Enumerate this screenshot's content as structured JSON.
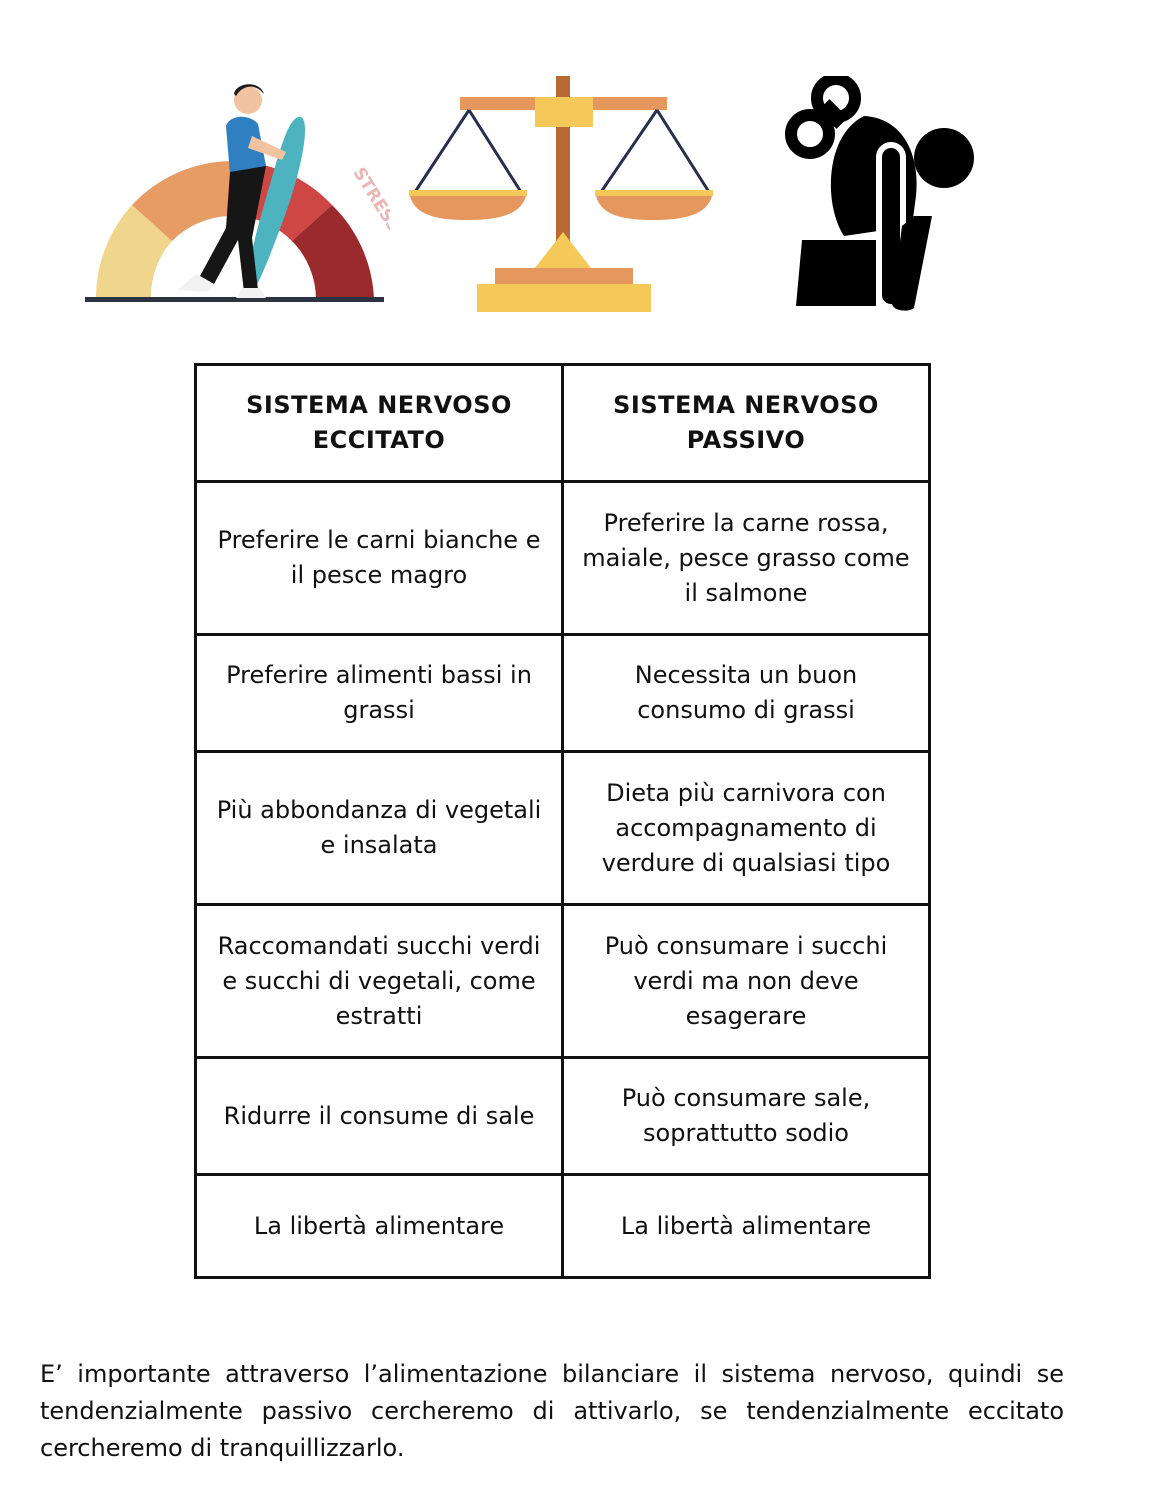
{
  "illustrations": {
    "gauge": {
      "icon": "stress-gauge-icon",
      "label": "STRESS"
    },
    "balance": {
      "icon": "balance-scale-icon"
    },
    "windup": {
      "icon": "windup-figure-icon"
    }
  },
  "table": {
    "headers": [
      "SISTEMA NERVOSO ECCITATO",
      "SISTEMA NERVOSO PASSIVO"
    ],
    "rows": [
      [
        "Preferire le carni bianche e il pesce magro",
        "Preferire la carne rossa, maiale, pesce grasso come il salmone"
      ],
      [
        "Preferire alimenti bassi in grassi",
        "Necessita un buon consumo di grassi"
      ],
      [
        "Più abbondanza di vegetali e insalata",
        "Dieta più carnivora con accompagnamento di verdure di qualsiasi tipo"
      ],
      [
        "Raccomandati succhi verdi e succhi di vegetali, come estratti",
        "Può consumare i succhi verdi ma non deve esagerare"
      ],
      [
        "Ridurre il consume di sale",
        "Può consumare sale, soprattutto sodio"
      ],
      [
        "La libertà alimentare",
        "La libertà alimentare"
      ]
    ]
  },
  "footer_text": "E’ importante attraverso l’alimentazione bilanciare il sistema nervoso, quindi se tendenzialmente passivo cercheremo di attivarlo, se tendenzialmente eccitato cercheremo di tranquillizzarlo."
}
